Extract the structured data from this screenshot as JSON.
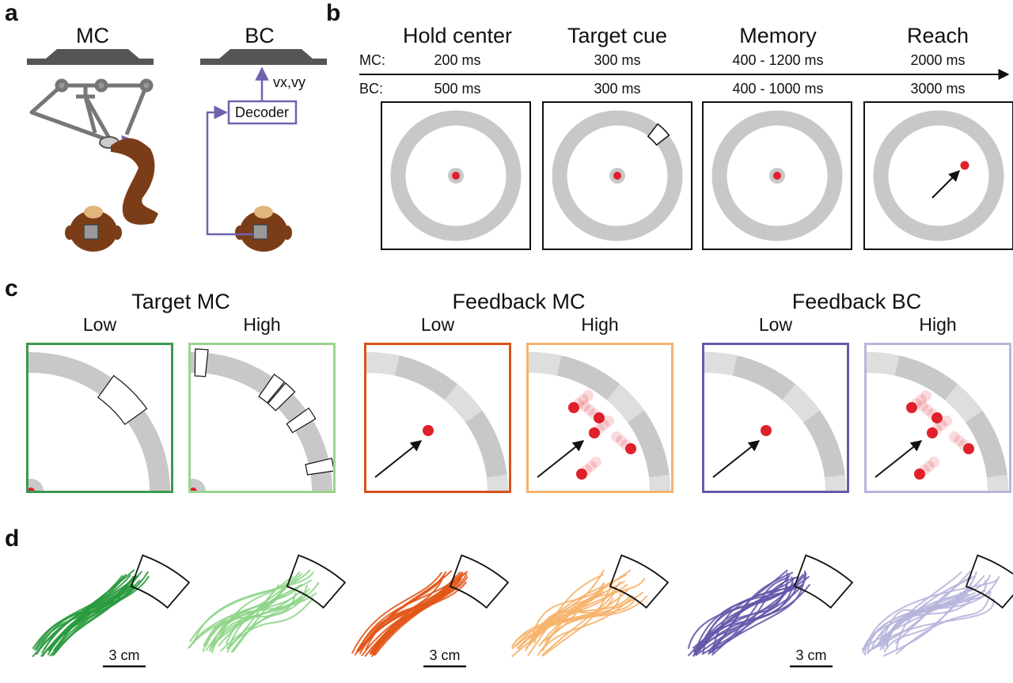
{
  "panels": {
    "a": "a",
    "b": "b",
    "c": "c",
    "d": "d"
  },
  "panel_a": {
    "mc_title": "MC",
    "bc_title": "BC",
    "decoder_label": "Decoder",
    "output_label": "vx,vy"
  },
  "panel_b": {
    "row_mc": "MC:",
    "row_bc": "BC:",
    "epochs": [
      {
        "name": "Hold center",
        "mc": "200 ms",
        "bc": "500 ms"
      },
      {
        "name": "Target cue",
        "mc": "300 ms",
        "bc": "300 ms"
      },
      {
        "name": "Memory",
        "mc": "400 - 1200 ms",
        "bc": "400 - 1000 ms"
      },
      {
        "name": "Reach",
        "mc": "2000 ms",
        "bc": "3000 ms"
      }
    ]
  },
  "panel_c": {
    "groups": [
      {
        "title": "Target MC",
        "low": "Low",
        "high": "High",
        "color_low": "#3a9a4e",
        "color_high": "#9ad48f"
      },
      {
        "title": "Feedback MC",
        "low": "Low",
        "high": "High",
        "color_low": "#d9531a",
        "color_high": "#f5b36e"
      },
      {
        "title": "Feedback BC",
        "low": "Low",
        "high": "High",
        "color_low": "#6a5aa8",
        "color_high": "#b9b6dc"
      }
    ]
  },
  "panel_d": {
    "scale_label": "3 cm",
    "colors": [
      "#2a9a3e",
      "#8fd58a",
      "#e2571a",
      "#f6b36a",
      "#6657aa",
      "#b7b5dc"
    ]
  }
}
